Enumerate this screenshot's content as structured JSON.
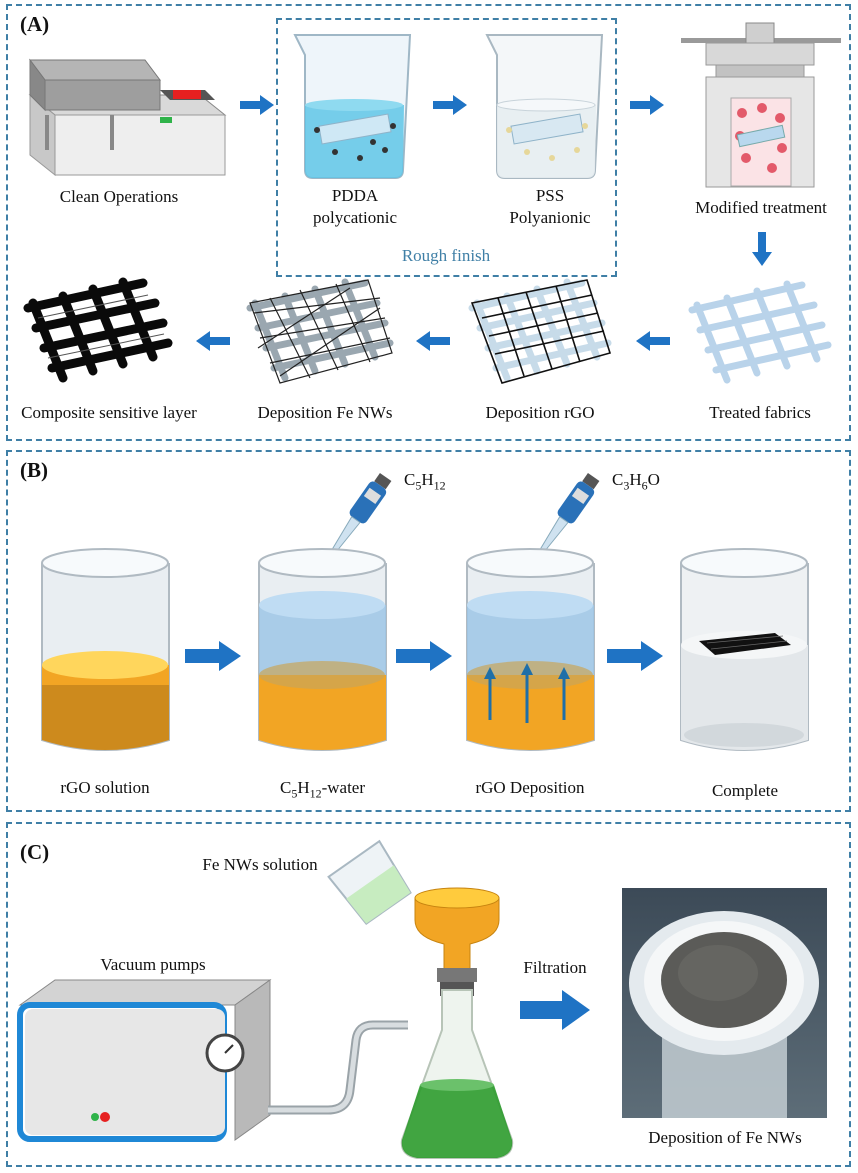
{
  "colors": {
    "accent": "#3f7fa6",
    "arrow": "#1f73c4",
    "rgo": "#f2a524",
    "water": "#a9cff0",
    "fe_solution": "#2e9c2e"
  },
  "panel_a": {
    "label": "(A)",
    "steps": {
      "clean": "Clean Operations",
      "pdda_1": "PDDA",
      "pdda_2": "polycationic",
      "pss_1": "PSS",
      "pss_2": "Polyanionic",
      "rough": "Rough finish",
      "modified": "Modified treatment",
      "treated": "Treated fabrics",
      "rgo": "Deposition rGO",
      "fe": "Deposition Fe NWs",
      "composite": "Composite sensitive layer"
    }
  },
  "panel_b": {
    "label": "(B)",
    "pipette_1": {
      "base": "C",
      "s1": "5",
      "mid": "H",
      "s2": "12",
      "tail": ""
    },
    "pipette_2": {
      "base": "C",
      "s1": "3",
      "mid": "H",
      "s2": "6",
      "tail": "O"
    },
    "steps": {
      "rgo_solution": "rGO solution",
      "water_base": "C",
      "water_s1": "5",
      "water_mid": "H",
      "water_s2": "12",
      "water_tail": "-water",
      "deposition": "rGO Deposition",
      "complete": "Complete"
    }
  },
  "panel_c": {
    "label": "(C)",
    "fe_solution": "Fe NWs solution",
    "vacuum": "Vacuum pumps",
    "filtration": "Filtration",
    "result": "Deposition of Fe NWs"
  }
}
